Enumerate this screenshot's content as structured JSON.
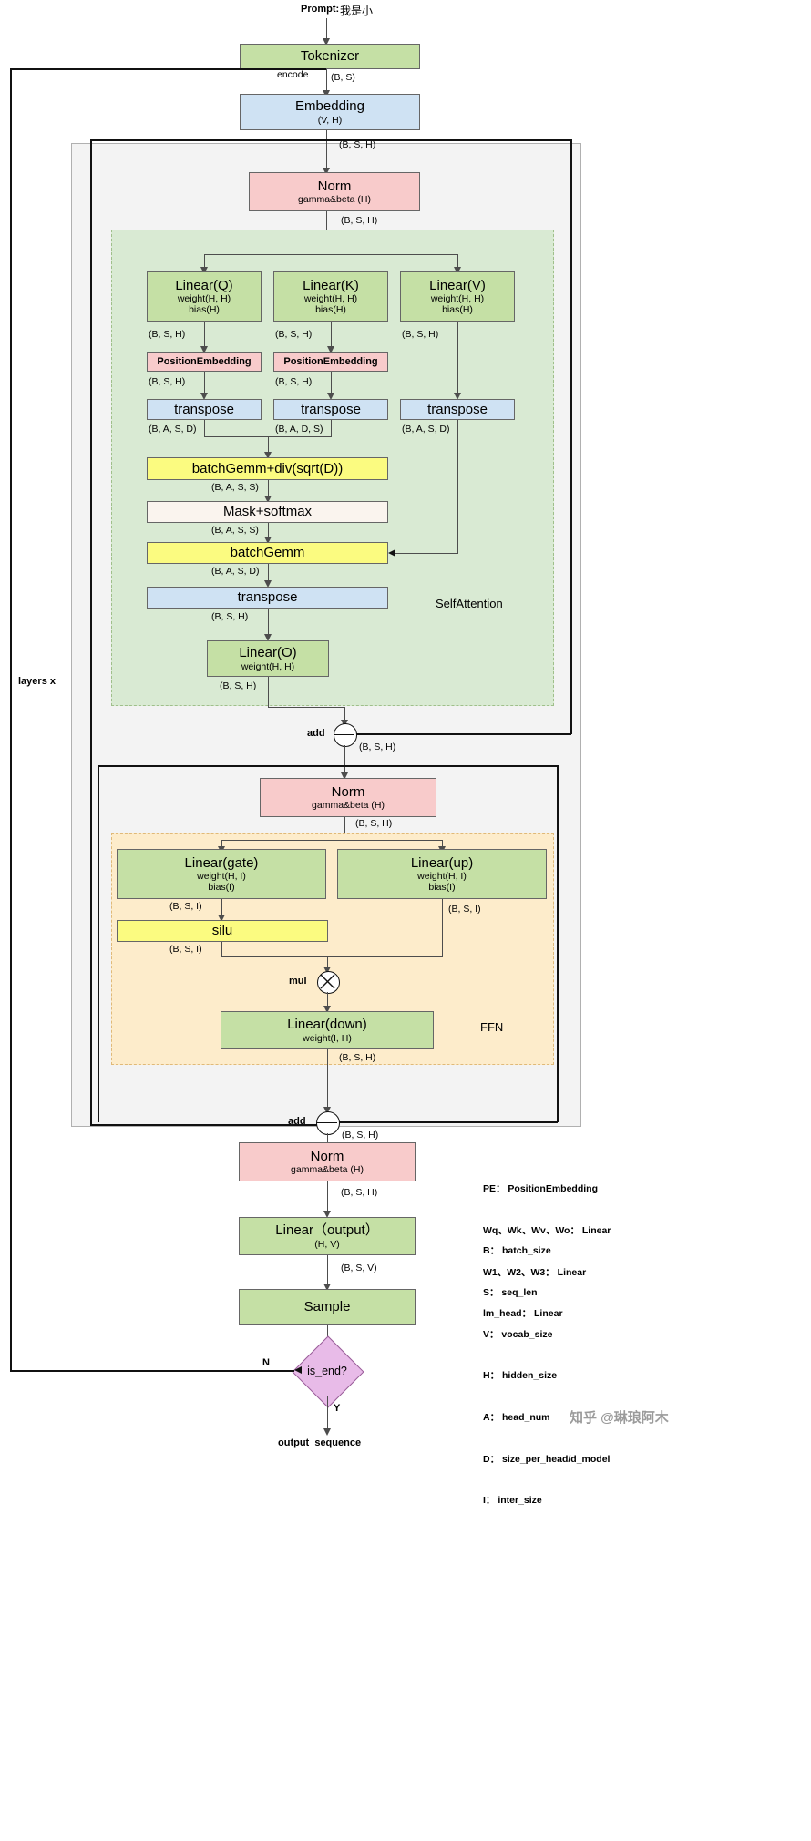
{
  "prompt": {
    "label": "Prompt:",
    "text": "我是小"
  },
  "nodes": {
    "tokenizer": {
      "title": "Tokenizer"
    },
    "embedding": {
      "title": "Embedding",
      "sub": "(V, H)"
    },
    "norm1": {
      "title": "Norm",
      "sub": "gamma&beta (H)"
    },
    "linear_q": {
      "title": "Linear(Q)",
      "sub1": "weight(H, H)",
      "sub2": "bias(H)"
    },
    "linear_k": {
      "title": "Linear(K)",
      "sub1": "weight(H, H)",
      "sub2": "bias(H)"
    },
    "linear_v": {
      "title": "Linear(V)",
      "sub1": "weight(H, H)",
      "sub2": "bias(H)"
    },
    "pe_q": {
      "title": "PositionEmbedding"
    },
    "pe_k": {
      "title": "PositionEmbedding"
    },
    "transpose_q": {
      "title": "transpose"
    },
    "transpose_k": {
      "title": "transpose"
    },
    "transpose_v": {
      "title": "transpose"
    },
    "batchgemm_div": {
      "title": "batchGemm+div(sqrt(D))"
    },
    "mask_softmax": {
      "title": "Mask+softmax"
    },
    "batchgemm": {
      "title": "batchGemm"
    },
    "transpose_out": {
      "title": "transpose"
    },
    "linear_o": {
      "title": "Linear(O)",
      "sub1": "weight(H, H)"
    },
    "norm2": {
      "title": "Norm",
      "sub": "gamma&beta (H)"
    },
    "linear_gate": {
      "title": "Linear(gate)",
      "sub1": "weight(H, I)",
      "sub2": "bias(I)"
    },
    "linear_up": {
      "title": "Linear(up)",
      "sub1": "weight(H, I)",
      "sub2": "bias(I)"
    },
    "silu": {
      "title": "silu"
    },
    "linear_down": {
      "title": "Linear(down)",
      "sub1": "weight(I, H)"
    },
    "norm3": {
      "title": "Norm",
      "sub": "gamma&beta (H)"
    },
    "linear_output": {
      "title": "Linear（output）",
      "sub": "(H, V)"
    },
    "sample": {
      "title": "Sample"
    },
    "is_end": {
      "title": "is_end?"
    }
  },
  "group_labels": {
    "self_attention": "SelfAttention",
    "ffn": "FFN",
    "layers": "layers x"
  },
  "op_labels": {
    "add1": "add",
    "add2": "add",
    "mul": "mul"
  },
  "edge_labels": {
    "encode": "encode",
    "bs": "(B, S)",
    "bsh_embed": "(B, S, H)",
    "bsh_norm1": "(B, S, H)",
    "bsh_q": "(B, S, H)",
    "bsh_k": "(B, S, H)",
    "bsh_v": "(B, S, H)",
    "bsh_peq": "(B, S, H)",
    "bsh_pek": "(B, S, H)",
    "basd_q": "(B, A, S, D)",
    "bads_k": "(B, A, D, S)",
    "basd_v": "(B, A, S, D)",
    "bass_1": "(B, A, S, S)",
    "bass_2": "(B, A, S, S)",
    "basd_out": "(B, A, S, D)",
    "bsh_tr": "(B, S, H)",
    "bsh_lo": "(B, S, H)",
    "bsh_add1": "(B, S, H)",
    "bsh_norm2": "(B, S, H)",
    "bsi_gate": "(B, S, I)",
    "bsi_up": "(B, S, I)",
    "bsi_silu": "(B, S, I)",
    "bsh_down": "(B, S, H)",
    "bsh_add2": "(B, S, H)",
    "bsh_norm3": "(B, S, H)",
    "bsv": "(B, S, V)",
    "no": "N",
    "yes": "Y"
  },
  "output": {
    "text": "output_sequence"
  },
  "legend": {
    "group1": [
      "PE： PositionEmbedding",
      "Wq、Wk、Wv、Wo： Linear",
      "W1、W2、W3： Linear",
      "lm_head： Linear"
    ],
    "group2": [
      "B： batch_size",
      "S： seq_len",
      "V： vocab_size",
      "H： hidden_size",
      "A： head_num",
      "D： size_per_head/d_model",
      "I： inter_size"
    ]
  },
  "watermark": "知乎 @琳琅阿木",
  "colors": {
    "green_node": "#c5e0a5",
    "blue_node": "#cfe2f3",
    "pink_node": "#f8cbcb",
    "yellow_node": "#fbfb80",
    "cream_node": "#faf4ee",
    "attn_group_bg": "#d9ead3",
    "ffn_group_bg": "#fdeccb",
    "layer_group_bg": "#f3f3f3",
    "diamond": "#e8bbe8"
  }
}
